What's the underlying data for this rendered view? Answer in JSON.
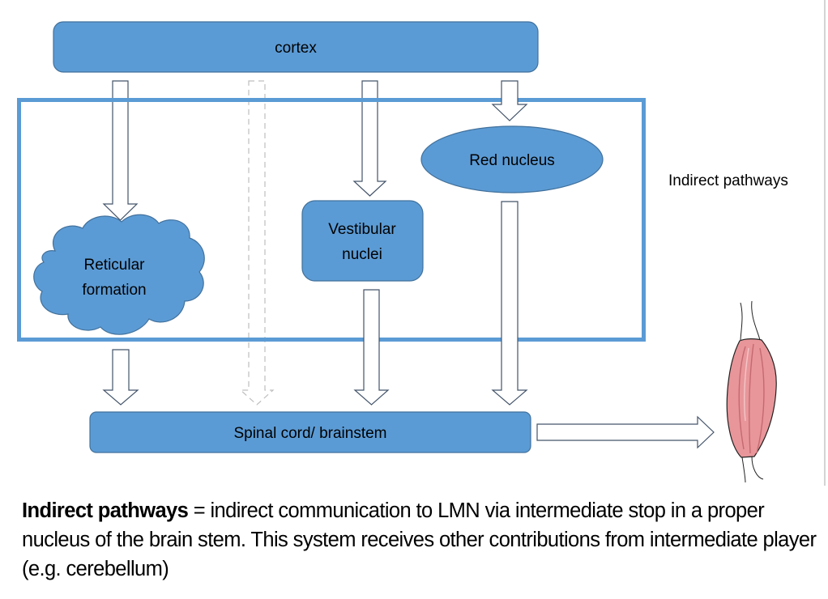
{
  "diagram": {
    "title_label": "Indirect pathways",
    "nodes": {
      "cortex": "cortex",
      "reticular_formation": [
        "Reticular",
        "formation"
      ],
      "vestibular_nuclei": [
        "Vestibular",
        "nuclei"
      ],
      "red_nucleus": "Red nucleus",
      "spinal_cord": "Spinal cord/ brainstem",
      "muscle": "muscle-illustration"
    },
    "colors": {
      "node_fill": "#5b9bd5",
      "node_stroke": "#41719c",
      "frame": "#5b9bd5",
      "arrow_stroke": "#44546a",
      "dashed_arrow_stroke": "#bfbfbf",
      "muscle_fill": "#e8969a"
    },
    "edges": [
      {
        "from": "cortex",
        "to": "reticular_formation",
        "style": "solid"
      },
      {
        "from": "cortex",
        "to": "spinal_cord",
        "style": "dashed"
      },
      {
        "from": "cortex",
        "to": "vestibular_nuclei",
        "style": "solid"
      },
      {
        "from": "cortex",
        "to": "red_nucleus",
        "style": "solid"
      },
      {
        "from": "reticular_formation",
        "to": "spinal_cord",
        "style": "solid"
      },
      {
        "from": "vestibular_nuclei",
        "to": "spinal_cord",
        "style": "solid"
      },
      {
        "from": "red_nucleus",
        "to": "spinal_cord",
        "style": "solid"
      },
      {
        "from": "spinal_cord",
        "to": "muscle",
        "style": "solid"
      }
    ]
  },
  "caption": {
    "term": "Indirect pathways",
    "definition": " = indirect communication to LMN via intermediate stop in a proper nucleus of the brain stem. This system receives other contributions from intermediate player (e.g. cerebellum)"
  }
}
